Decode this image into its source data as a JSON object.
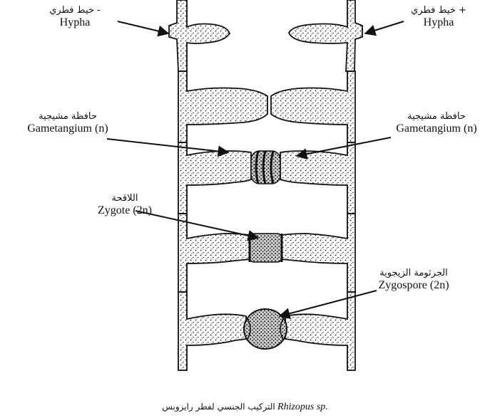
{
  "labels": {
    "hypha_minus": {
      "arabic": "خيط فطري -",
      "english": "Hypha"
    },
    "hypha_plus": {
      "arabic": "خيط فطري +",
      "english": "Hypha"
    },
    "gametangium_left": {
      "arabic": "حافظة مشيجية",
      "english": "Gametangium (n)"
    },
    "gametangium_right": {
      "arabic": "حافظة مشيجية",
      "english": "Gametangium (n)"
    },
    "zygote": {
      "arabic": "اللاقحة",
      "english": "Zygote (2n)"
    },
    "zygospore": {
      "arabic": "الجرثومة الزيجوية",
      "english": "Zygospore (2n)"
    }
  },
  "caption": {
    "arabic": "التركيب الجنسي لفطر رايزوبس",
    "scientific": "Rhizopus sp."
  },
  "colors": {
    "ink": "#111111",
    "stipple": "#222222",
    "background": "#ffffff"
  }
}
